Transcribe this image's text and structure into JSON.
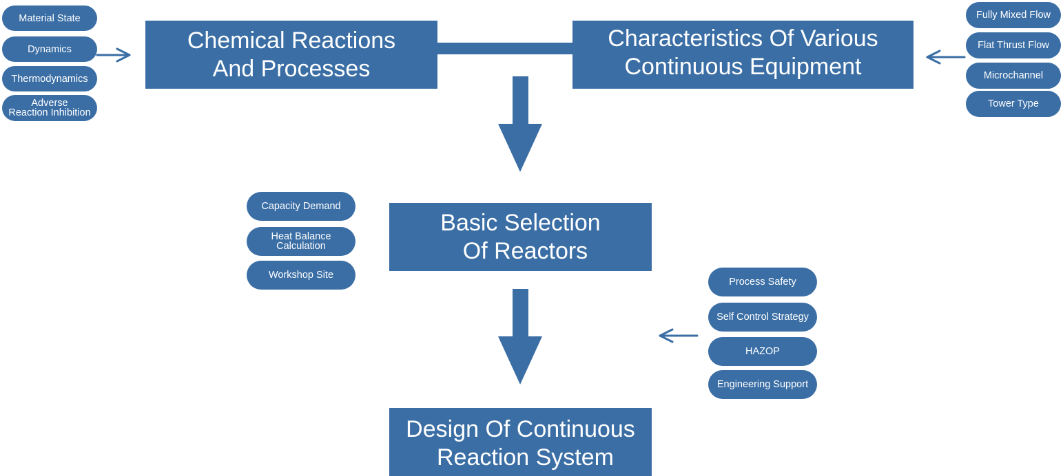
{
  "colors": {
    "box_fill": "#3a6ea5",
    "text": "#ffffff",
    "arrow": "#3a6ea5"
  },
  "main_boxes": {
    "chemical_reactions": {
      "lines": [
        "Chemical Reactions",
        "And Processes"
      ]
    },
    "continuous_equipment": {
      "lines": [
        "Characteristics Of Various",
        "Continuous Equipment"
      ]
    },
    "basic_selection": {
      "lines": [
        "Basic Selection",
        "Of Reactors"
      ]
    },
    "design_system": {
      "lines": [
        "Design Of Continuous",
        "Reaction System"
      ]
    }
  },
  "left_group": {
    "items": [
      {
        "lines": [
          "Material State"
        ]
      },
      {
        "lines": [
          "Dynamics"
        ]
      },
      {
        "lines": [
          "Thermodynamics"
        ]
      },
      {
        "lines": [
          "Adverse",
          "Reaction Inhibition"
        ]
      }
    ]
  },
  "right_group": {
    "items": [
      {
        "lines": [
          "Fully Mixed Flow"
        ]
      },
      {
        "lines": [
          "Flat Thrust Flow"
        ]
      },
      {
        "lines": [
          "Microchannel"
        ]
      },
      {
        "lines": [
          "Tower Type"
        ]
      }
    ]
  },
  "middle_group": {
    "items": [
      {
        "lines": [
          "Capacity Demand"
        ]
      },
      {
        "lines": [
          "Heat Balance",
          "Calculation"
        ]
      },
      {
        "lines": [
          "Workshop Site"
        ]
      }
    ]
  },
  "safety_group": {
    "items": [
      {
        "lines": [
          "Process Safety"
        ]
      },
      {
        "lines": [
          "Self Control Strategy"
        ]
      },
      {
        "lines": [
          "HAZOP"
        ]
      },
      {
        "lines": [
          "Engineering Support"
        ]
      }
    ]
  }
}
